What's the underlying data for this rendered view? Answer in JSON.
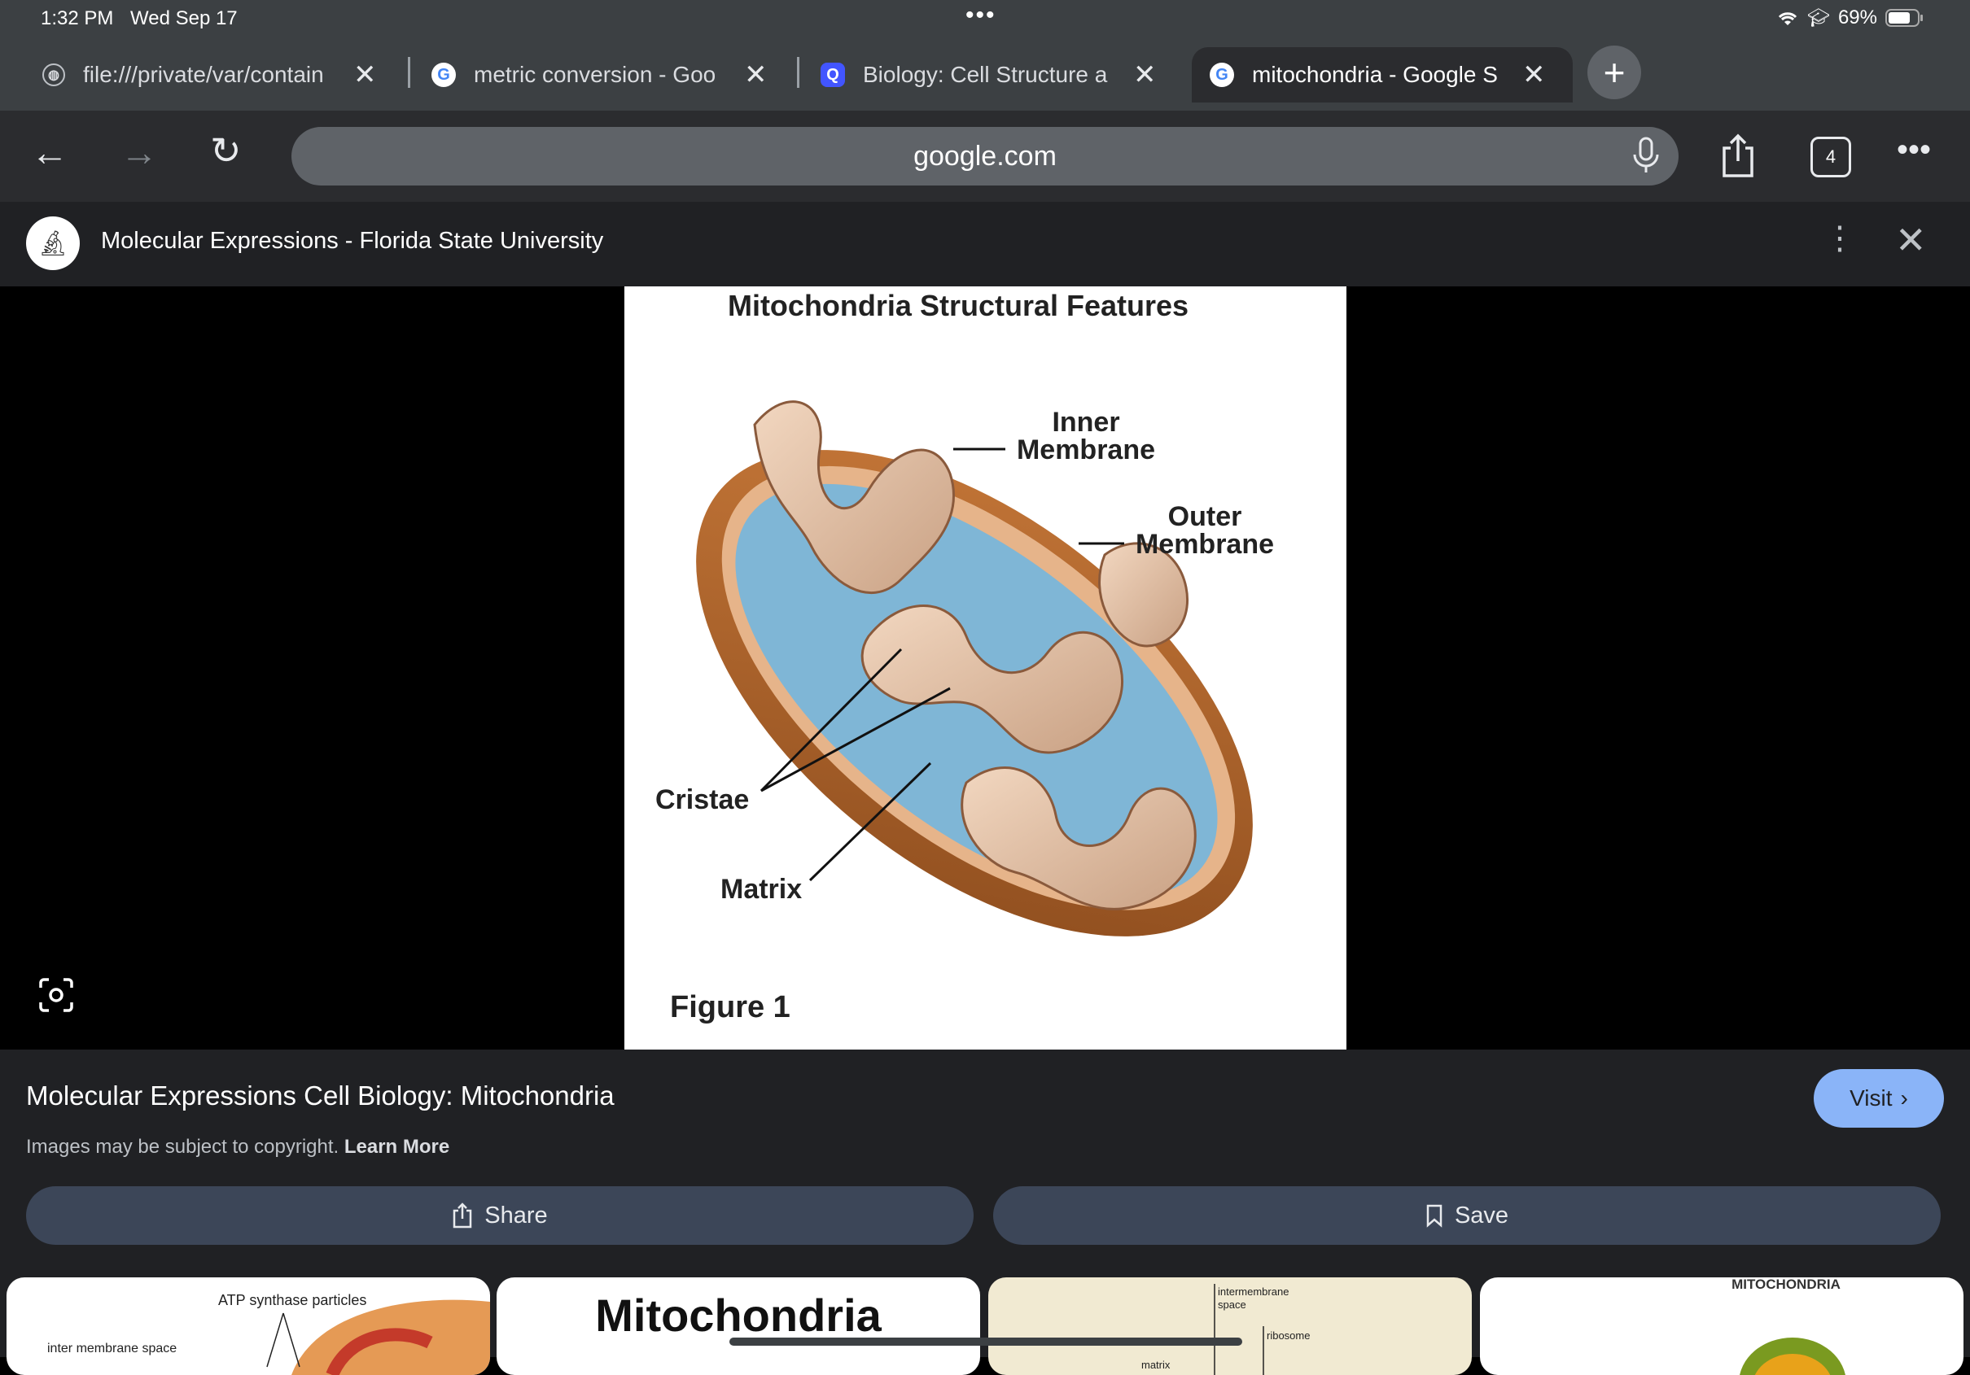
{
  "status_bar": {
    "time": "1:32 PM",
    "date": "Wed Sep 17",
    "battery": "69%"
  },
  "tabs": [
    {
      "title": "file:///private/var/contain",
      "favicon": "globe-icon"
    },
    {
      "title": "metric conversion - Goo",
      "favicon": "google-icon"
    },
    {
      "title": "Biology: Cell Structure a",
      "favicon": "quizlet-icon"
    },
    {
      "title": "mitochondria - Google S",
      "favicon": "google-icon",
      "active": true
    }
  ],
  "toolbar": {
    "url": "google.com",
    "tab_count": "4"
  },
  "source": {
    "name": "Molecular Expressions - Florida State University"
  },
  "figure": {
    "title": "Mitochondria Structural Features",
    "label_inner": "Inner",
    "label_inner2": "Membrane",
    "label_outer": "Outer",
    "label_outer2": "Membrane",
    "label_cristae": "Cristae",
    "label_matrix": "Matrix",
    "caption": "Figure 1"
  },
  "result": {
    "title": "Molecular Expressions Cell Biology: Mitochondria",
    "copyright": "Images may be subject to copyright.",
    "learn_more": "Learn More",
    "visit_label": "Visit",
    "share_label": "Share",
    "save_label": "Save"
  },
  "thumbnails": [
    {
      "text": "ATP synthase particles",
      "text2": "inter membrane space"
    },
    {
      "text": "Mitochondria"
    },
    {
      "text": "intermembrane",
      "text2": "space",
      "text3": "ribosome",
      "text4": "matrix"
    },
    {
      "text": "MITOCHONDRIA"
    }
  ],
  "colors": {
    "accent": "#8ab4f8",
    "pill": "#3c4658",
    "panel": "#202124"
  }
}
